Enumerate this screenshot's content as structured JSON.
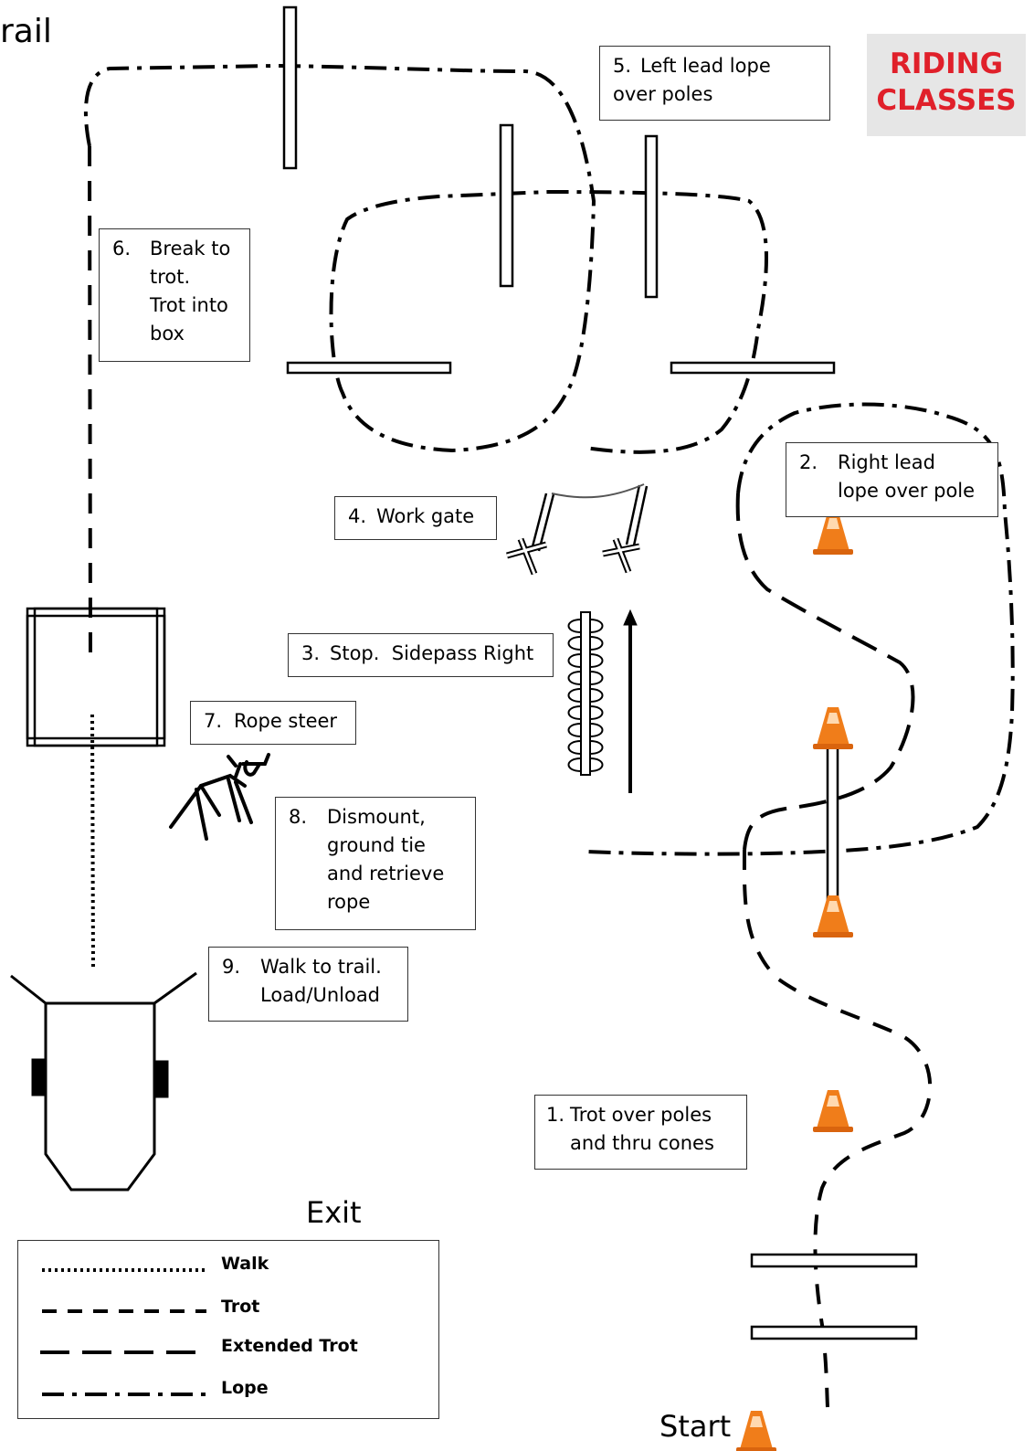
{
  "title_fragment": "rail",
  "badge": {
    "lines": [
      "RIDING",
      "CLASSES"
    ]
  },
  "steps": [
    {
      "num": "1.",
      "text": "Trot over poles\nand thru cones"
    },
    {
      "num": "2.",
      "text": "Right lead\nlope over pole"
    },
    {
      "num": "3.",
      "text": "Stop.  Sidepass Right"
    },
    {
      "num": "4.",
      "text": "Work gate"
    },
    {
      "num": "5.",
      "text": "Left lead lope\nover poles"
    },
    {
      "num": "6.",
      "text": "Break to\ntrot.\nTrot into\nbox"
    },
    {
      "num": "7.",
      "text": "Rope steer"
    },
    {
      "num": "8.",
      "text": "Dismount,\nground tie\nand retrieve\nrope"
    },
    {
      "num": "9.",
      "text": "Walk to trail.\nLoad/Unload"
    }
  ],
  "exit_label": "Exit",
  "start_label": "Start",
  "legend": [
    {
      "name": "Walk"
    },
    {
      "name": "Trot"
    },
    {
      "name": "Extended Trot"
    },
    {
      "name": "Lope"
    }
  ],
  "colors": {
    "badge_text": "#e0202a",
    "badge_bg": "#e6e6e6",
    "cone": "#f07d1a",
    "lines": "#000000"
  }
}
